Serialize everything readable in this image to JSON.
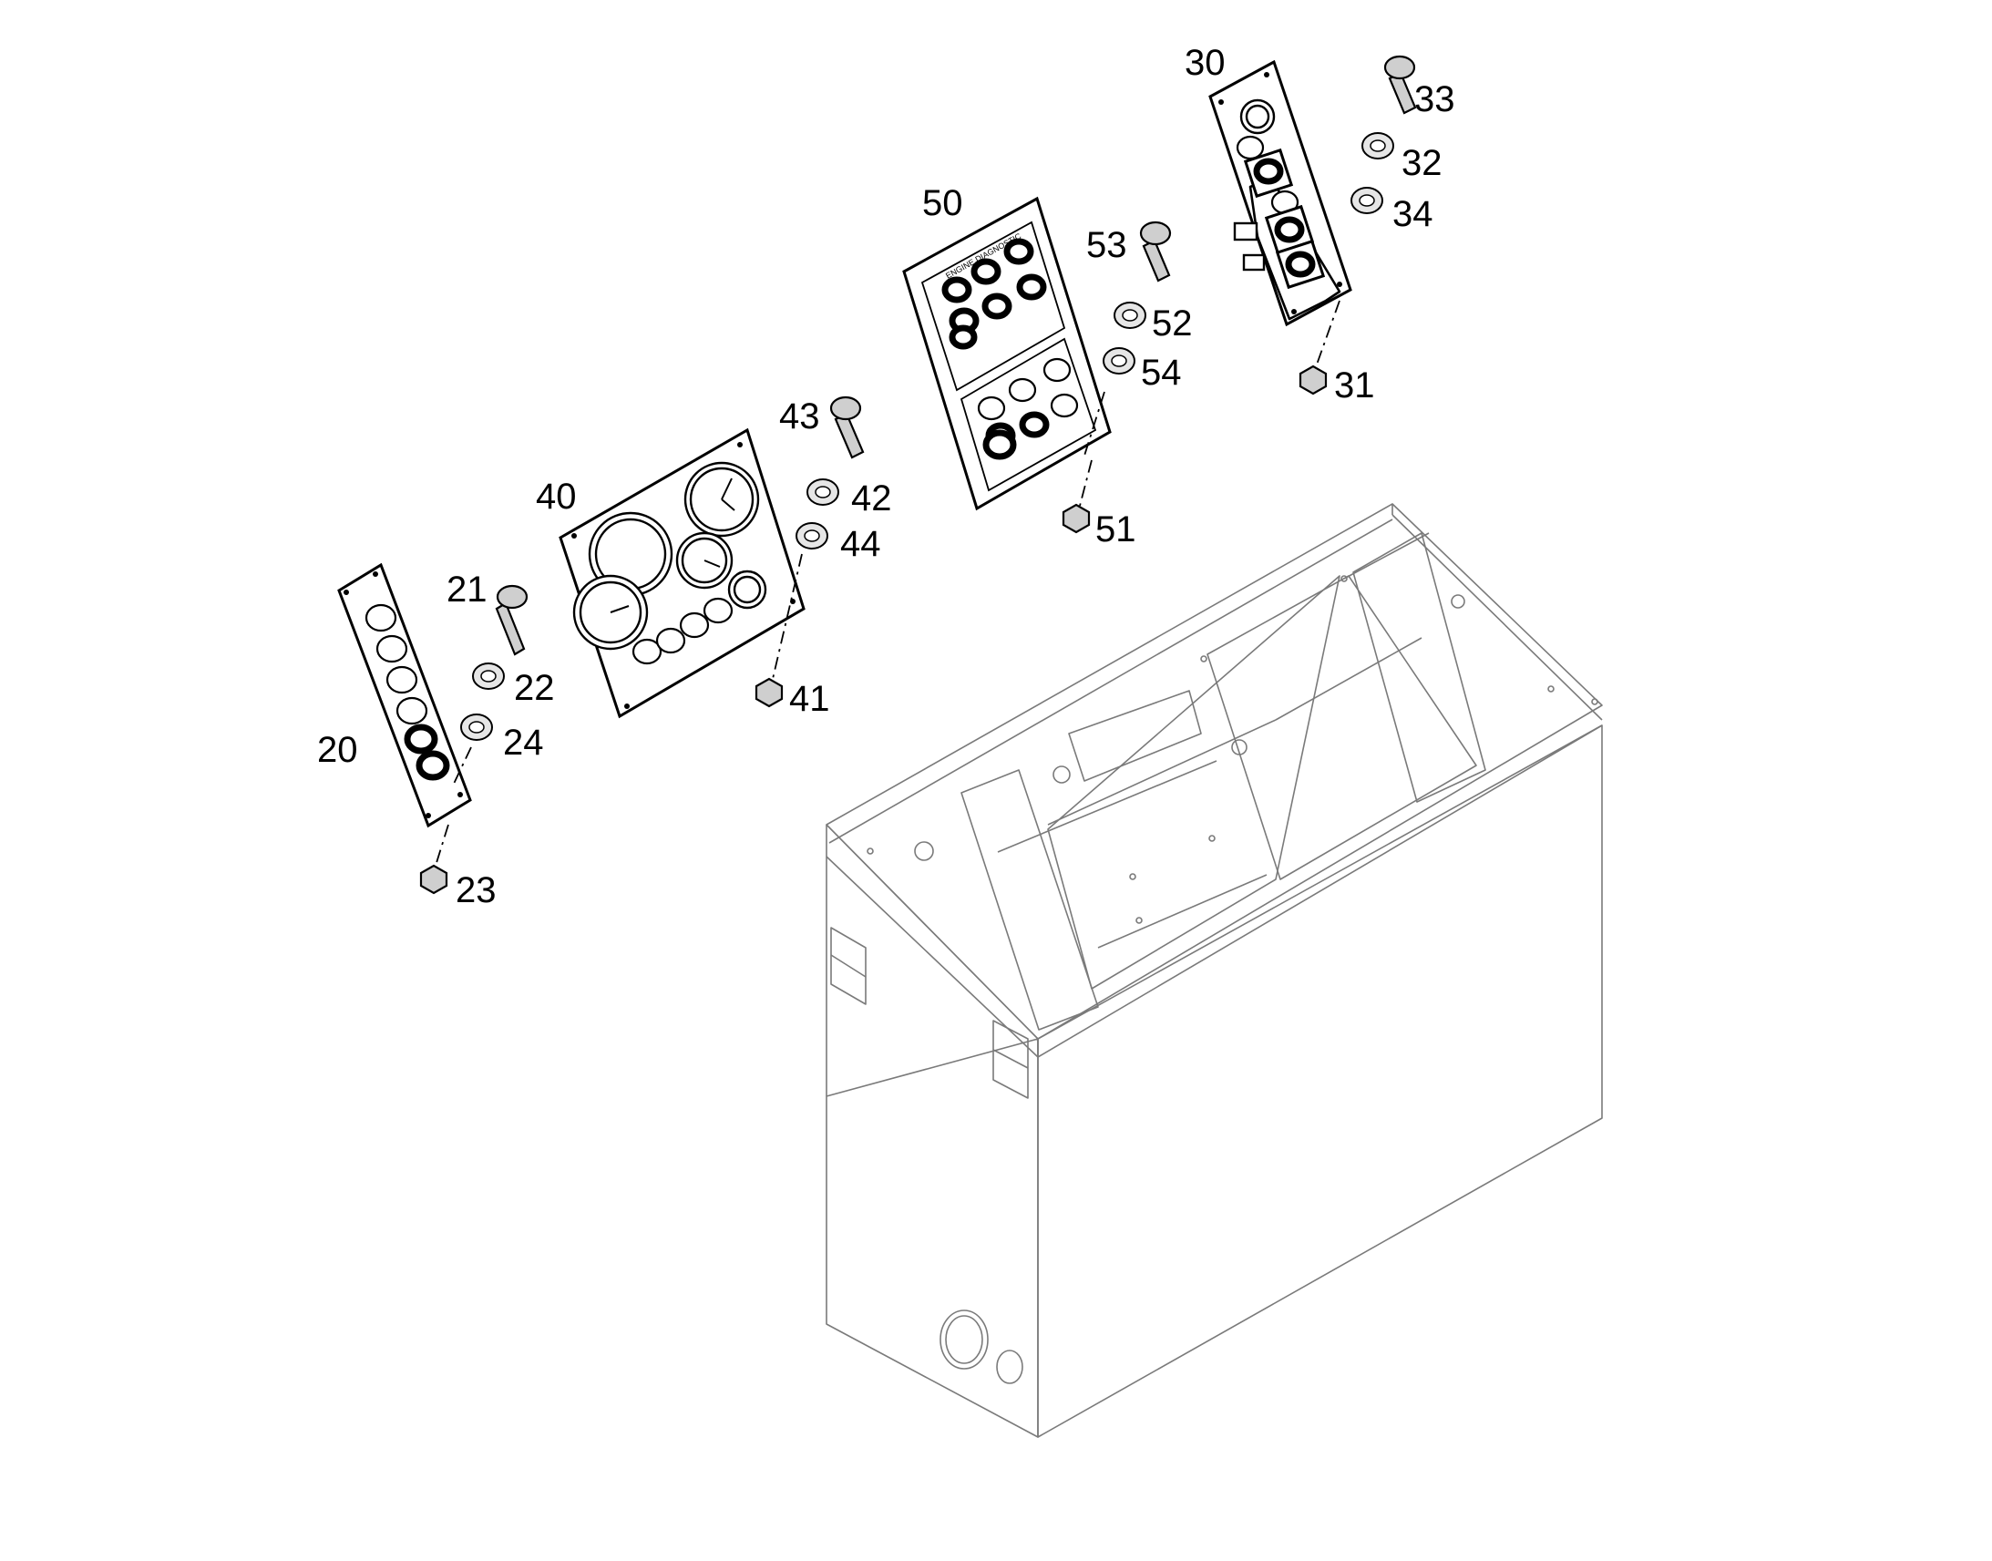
{
  "callouts": {
    "c20": "20",
    "c21": "21",
    "c22": "22",
    "c23": "23",
    "c24": "24",
    "c30": "30",
    "c31": "31",
    "c32": "32",
    "c33": "33",
    "c34": "34",
    "c40": "40",
    "c41": "41",
    "c42": "42",
    "c43": "43",
    "c44": "44",
    "c50": "50",
    "c51": "51",
    "c52": "52",
    "c53": "53",
    "c54": "54"
  },
  "panel_50": {
    "header_text": "ENGINE DIAGNOSTIC"
  }
}
